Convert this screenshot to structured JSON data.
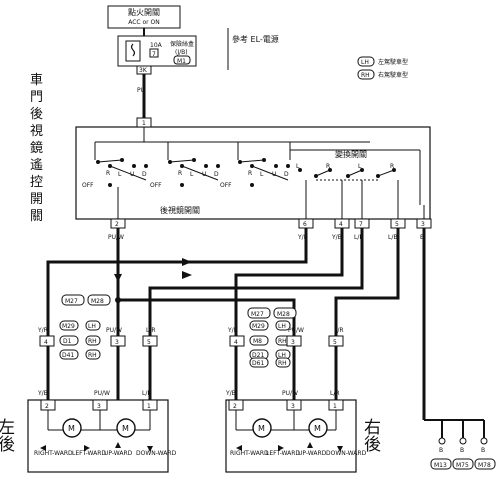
{
  "ignition": {
    "title": "點火開關",
    "sub": "ACC or ON"
  },
  "fuse": {
    "label": "保險絲盒",
    "sub": "(J/B)",
    "rating": "10A",
    "number": "7",
    "ref": "M1",
    "connector": "3K"
  },
  "ref_note": "參考 EL-電源",
  "legend": {
    "lh": {
      "badge": "LH",
      "text": "左駕駛車型"
    },
    "rh": {
      "badge": "RH",
      "text": "右駕駛車型"
    }
  },
  "vertical_title": [
    "車",
    "門",
    "後",
    "視",
    "鏡",
    "遙",
    "控",
    "開",
    "關"
  ],
  "switch": {
    "changeover_label": "變換開關",
    "mirror_switch_label": "後視鏡開關",
    "positions": [
      "OFF",
      "R",
      "L",
      "U",
      "D"
    ],
    "pins": {
      "p1": "1",
      "p2": "2",
      "p6": "6",
      "p4": "4",
      "p7": "7",
      "p5": "5",
      "p3": "3"
    }
  },
  "wire_colors": {
    "pu": "PU",
    "puw": "PU/W",
    "yr": "Y/R",
    "yb": "Y/B",
    "lr": "L/R",
    "lb": "L/B",
    "b": "B"
  },
  "joint_labels": {
    "left": [
      "M27",
      "M28"
    ],
    "right": [
      "M27",
      "M28"
    ]
  },
  "left_mid": {
    "rows": [
      [
        "M29",
        "LH"
      ],
      [
        "D1",
        "RH"
      ],
      [
        "D41",
        "RH"
      ]
    ],
    "pins": [
      "4",
      "3",
      "5"
    ]
  },
  "right_mid": {
    "rows": [
      [
        "M29",
        "LH"
      ],
      [
        "M8",
        "RH"
      ],
      [
        "D21",
        "LH"
      ],
      [
        "D61",
        "RH"
      ]
    ],
    "pins": [
      "4",
      "3",
      "5"
    ]
  },
  "left_motor": {
    "pins": [
      "2",
      "3",
      "1"
    ],
    "labels": [
      "RIGHT-WARD",
      "LEFT-WARD",
      "UP-WARD",
      "DOWN-WARD"
    ],
    "side": "左後"
  },
  "right_motor": {
    "pins": [
      "2",
      "3",
      "1"
    ],
    "labels": [
      "RIGHT-WARD",
      "LEFT-WARD",
      "UP-WARD",
      "DOWN-WARD"
    ],
    "side": "右後"
  },
  "grounds": [
    "M13",
    "M75",
    "M78"
  ],
  "motor_symbol": "M"
}
